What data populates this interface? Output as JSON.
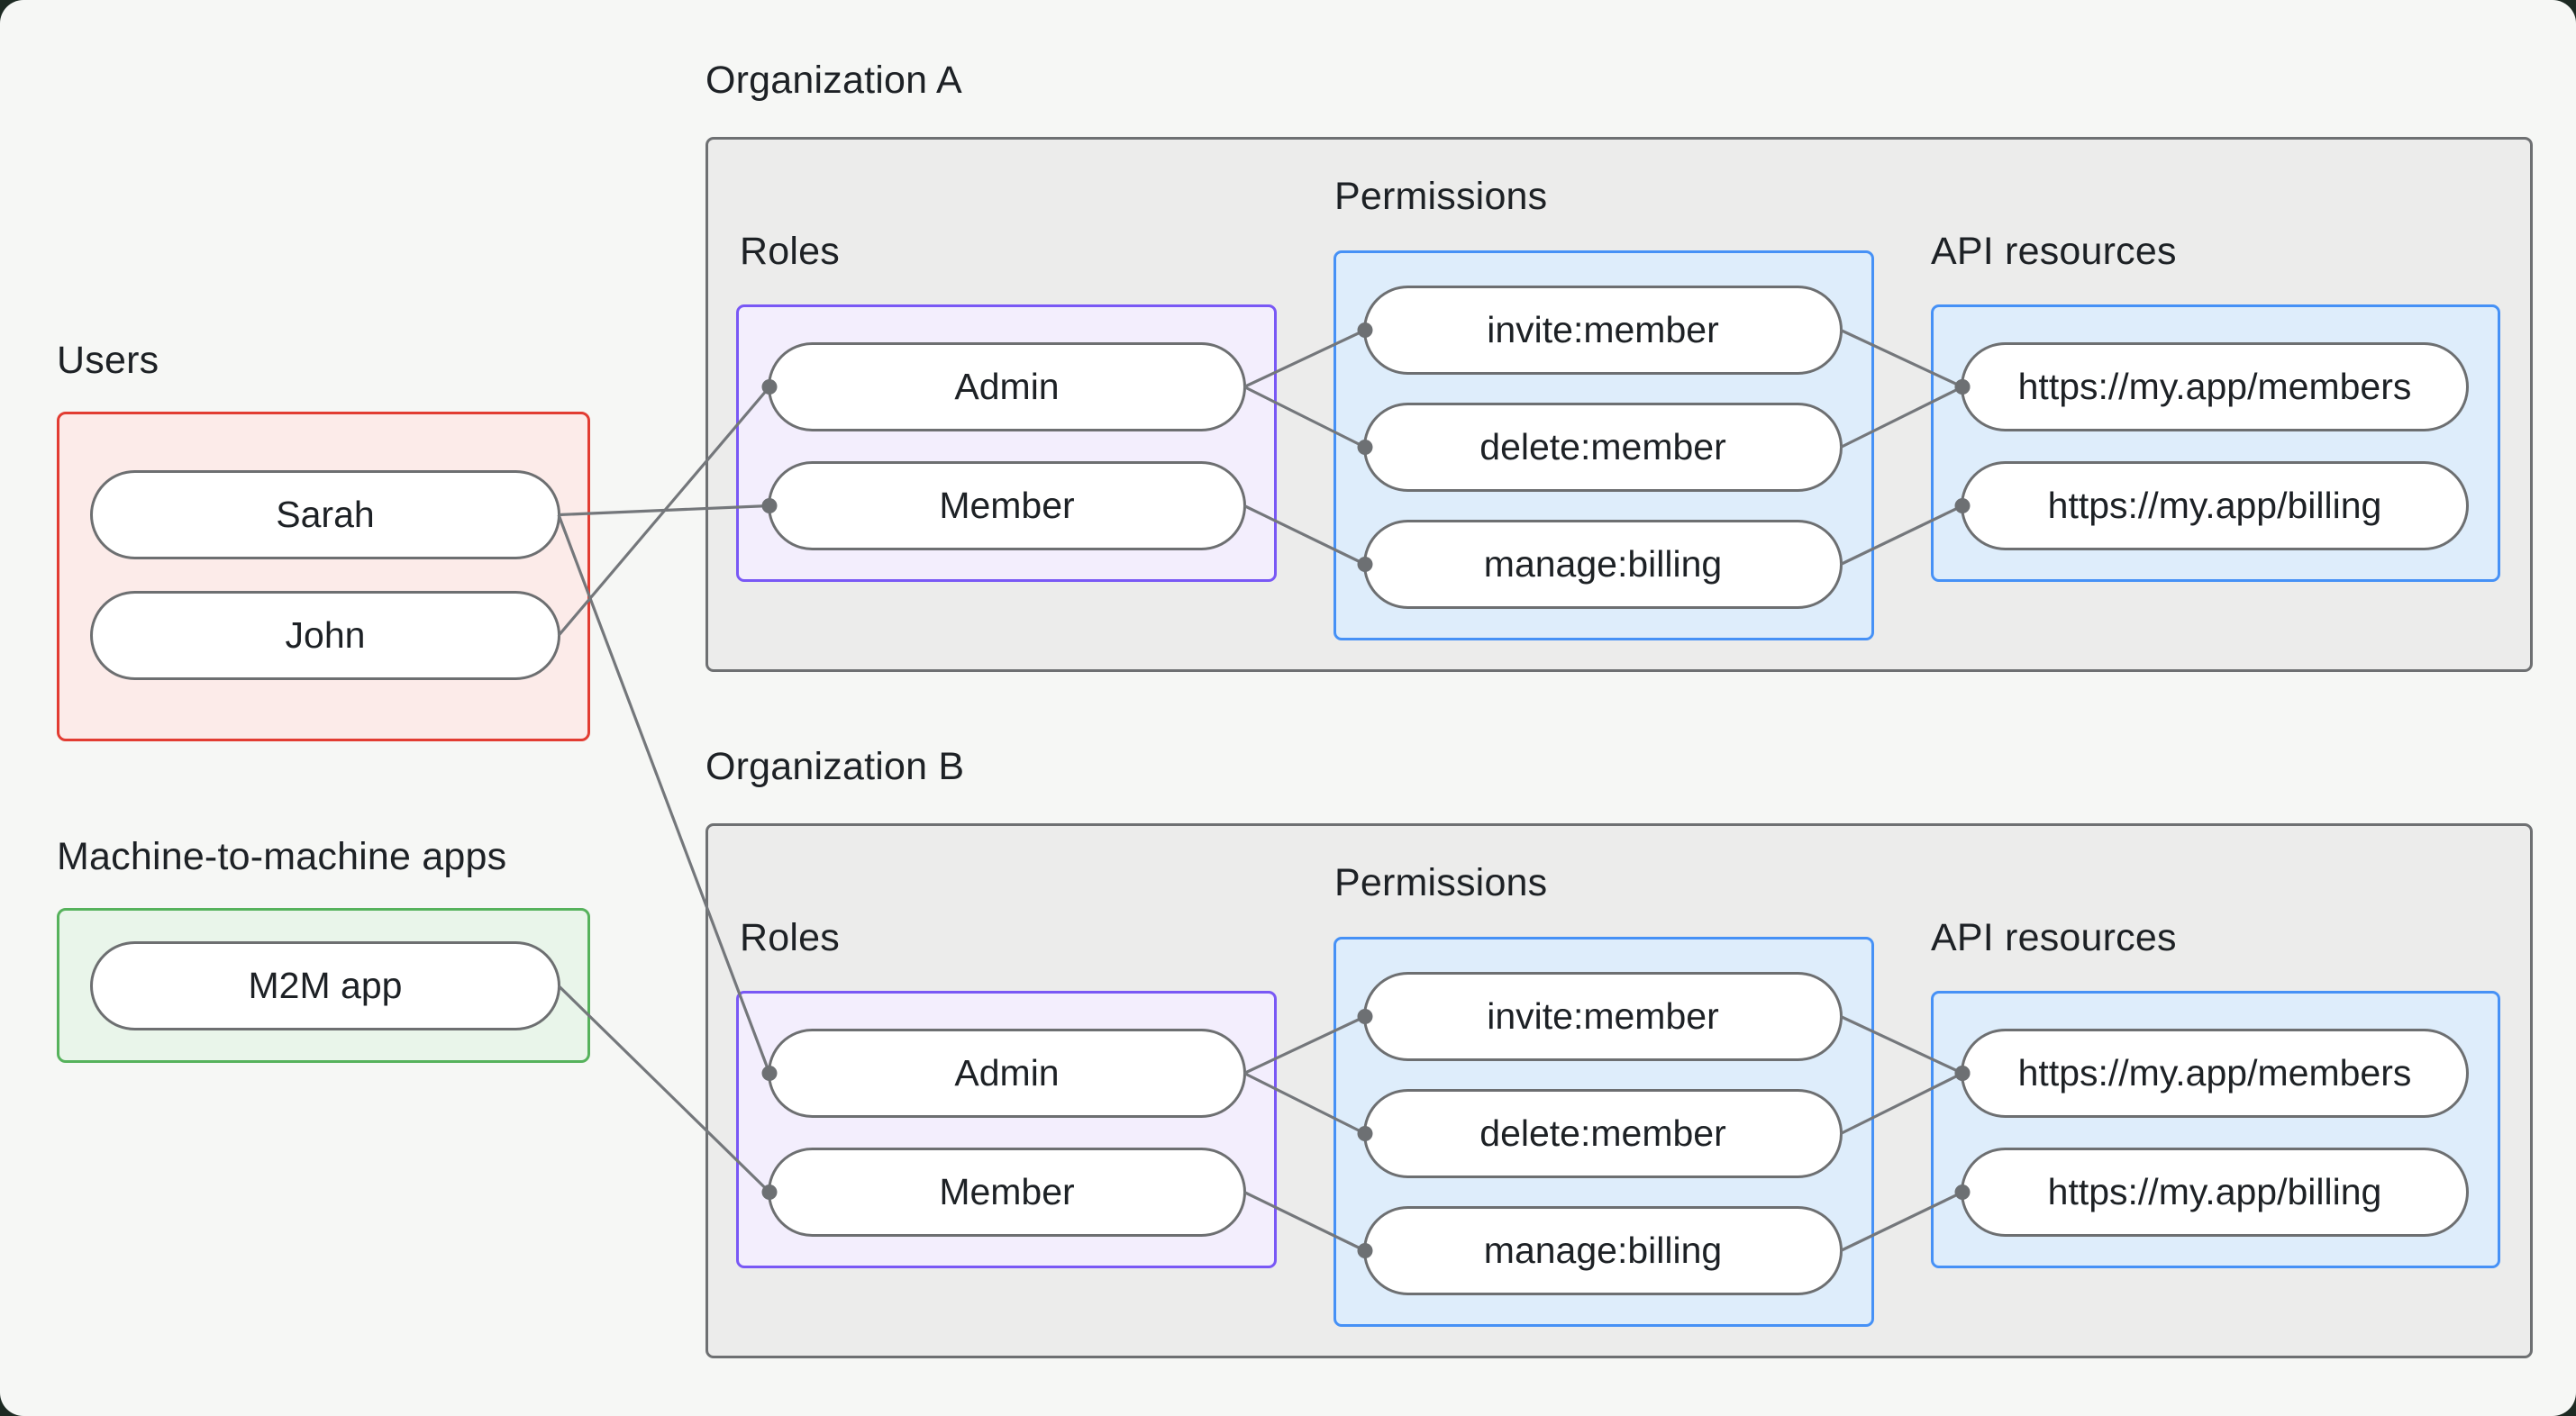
{
  "labels": {
    "users": "Users",
    "m2m": "Machine-to-machine apps",
    "org_a": "Organization A",
    "org_b": "Organization B",
    "roles": "Roles",
    "permissions": "Permissions",
    "api_resources": "API resources"
  },
  "nodes": {
    "users": {
      "sarah": "Sarah",
      "john": "John"
    },
    "m2m": {
      "app": "M2M app"
    },
    "org_a": {
      "admin": "Admin",
      "member": "Member",
      "invite": "invite:member",
      "delete": "delete:member",
      "manage": "manage:billing",
      "members_api": "https://my.app/members",
      "billing_api": "https://my.app/billing"
    },
    "org_b": {
      "admin": "Admin",
      "member": "Member",
      "invite": "invite:member",
      "delete": "delete:member",
      "manage": "manage:billing",
      "members_api": "https://my.app/members",
      "billing_api": "https://my.app/billing"
    }
  },
  "edges": [
    {
      "from": "user-sarah",
      "to": "orga-member"
    },
    {
      "from": "user-john",
      "to": "orga-admin"
    },
    {
      "from": "user-sarah",
      "to": "orgb-admin"
    },
    {
      "from": "m2m-app",
      "to": "orgb-member"
    },
    {
      "from": "orga-admin",
      "to": "orga-invite"
    },
    {
      "from": "orga-admin",
      "to": "orga-delete"
    },
    {
      "from": "orga-member",
      "to": "orga-manage"
    },
    {
      "from": "orga-invite",
      "to": "orga-members-api"
    },
    {
      "from": "orga-delete",
      "to": "orga-members-api"
    },
    {
      "from": "orga-manage",
      "to": "orga-billing-api"
    },
    {
      "from": "orgb-admin",
      "to": "orgb-invite"
    },
    {
      "from": "orgb-admin",
      "to": "orgb-delete"
    },
    {
      "from": "orgb-member",
      "to": "orgb-manage"
    },
    {
      "from": "orgb-invite",
      "to": "orgb-members-api"
    },
    {
      "from": "orgb-delete",
      "to": "orgb-members-api"
    },
    {
      "from": "orgb-manage",
      "to": "orgb-billing-api"
    }
  ],
  "colors": {
    "background": "#f6f7f5",
    "org_fill": "#ececeb",
    "org_border": "#6e7072",
    "users_border": "#e23c32",
    "users_fill": "#fcebe9",
    "m2m_border": "#56b25c",
    "m2m_fill": "#e9f5ea",
    "roles_border": "#7958f5",
    "roles_fill": "#f3eefd",
    "blue_border": "#4691f6",
    "blue_fill": "#deedfb",
    "edge_line": "#74777b",
    "edge_dot": "#6d7073",
    "pill_border": "#6d6f71",
    "text": "#1d2125"
  }
}
